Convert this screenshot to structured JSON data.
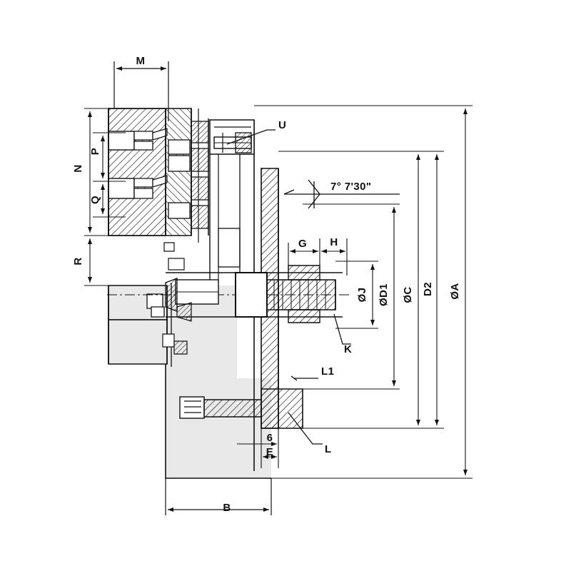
{
  "drawing": {
    "title": "Lathe Chuck Cross-Section Assembly Drawing",
    "type": "engineering-section-view",
    "background_color": "#ffffff",
    "line_color": "#111111",
    "fill_body_color": "#e8e8e8",
    "fill_white_color": "#ffffff"
  },
  "annotations": {
    "angle_note": "7°  7'30\"",
    "top_dimension": "M",
    "left_dimensions": [
      "N",
      "P",
      "Q",
      "R"
    ],
    "inner_dimensions": [
      "G",
      "H"
    ],
    "right_diameters": [
      "ØJ",
      "ØD1",
      "ØC",
      "D2",
      "ØA"
    ],
    "bottom_dimensions": [
      "6",
      "E",
      "B"
    ],
    "leaders": [
      "U",
      "K",
      "L1",
      "L"
    ]
  },
  "labels": {
    "M": "M",
    "N": "N",
    "P": "P",
    "Q": "Q",
    "R": "R",
    "U": "U",
    "G": "G",
    "H": "H",
    "K": "K",
    "L": "L",
    "L1": "L1",
    "E": "E",
    "B": "B",
    "six": "6",
    "angle": "7°  7'30\"",
    "diaJ": "ØJ",
    "diaD1": "ØD1",
    "diaC": "ØC",
    "D2": "D2",
    "diaA": "ØA"
  }
}
